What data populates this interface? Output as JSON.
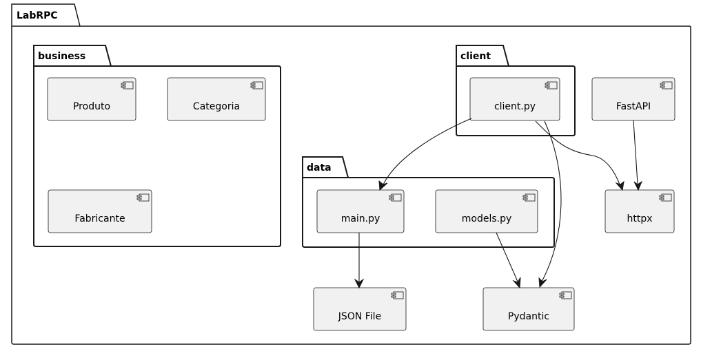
{
  "root_package": {
    "label": "LabRPC"
  },
  "packages": {
    "business": {
      "label": "business"
    },
    "client": {
      "label": "client"
    },
    "data": {
      "label": "data"
    }
  },
  "components": {
    "produto": {
      "label": "Produto"
    },
    "categoria": {
      "label": "Categoria"
    },
    "fabricante": {
      "label": "Fabricante"
    },
    "client_py": {
      "label": "client.py"
    },
    "fastapi": {
      "label": "FastAPI"
    },
    "main_py": {
      "label": "main.py"
    },
    "models_py": {
      "label": "models.py"
    },
    "httpx": {
      "label": "httpx"
    },
    "json_file": {
      "label": "JSON File"
    },
    "pydantic": {
      "label": "Pydantic"
    }
  },
  "relations": [
    {
      "from": "client.py",
      "to": "main.py"
    },
    {
      "from": "client.py",
      "to": "httpx"
    },
    {
      "from": "client.py",
      "to": "Pydantic"
    },
    {
      "from": "FastAPI",
      "to": "httpx"
    },
    {
      "from": "main.py",
      "to": "JSON File"
    },
    {
      "from": "models.py",
      "to": "Pydantic"
    }
  ],
  "colors": {
    "component_fill": "#f1f1f1",
    "stroke": "#181818",
    "background": "#ffffff"
  },
  "icons": {
    "component": "uml-component-icon"
  }
}
